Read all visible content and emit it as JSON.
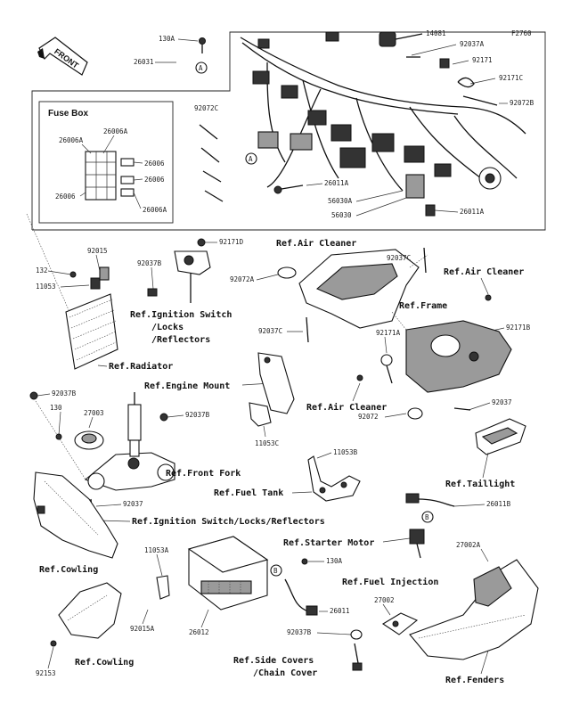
{
  "diagram_code": "F2760",
  "front_label": "FRONT",
  "fuse_box": {
    "title": "Fuse Box",
    "parts": [
      "26006A",
      "26006A",
      "26006",
      "26006",
      "26006",
      "26006A"
    ]
  },
  "callouts": {
    "a": "A",
    "b": "B"
  },
  "part_numbers": {
    "p130A_top": "130A",
    "p26031": "26031",
    "p14081": "14081",
    "p92037A_top": "92037A",
    "p92171": "92171",
    "p92171C": "92171C",
    "p92072B": "92072B",
    "p92072C": "92072C",
    "p26011A_mid": "26011A",
    "p56030A": "56030A",
    "p56030": "56030",
    "p26011A_right": "26011A",
    "p92015": "92015",
    "p132": "132",
    "p11053": "11053",
    "p92171D": "92171D",
    "p92037B_ign": "92037B",
    "p92072A": "92072A",
    "p92037C_top": "92037C",
    "p92037C_bot": "92037C",
    "p92171A": "92171A",
    "p92171B": "92171B",
    "p92037B_left": "92037B",
    "p130": "130",
    "p27003": "27003",
    "p92037B_mid": "92037B",
    "p11053C": "11053C",
    "p92072": "92072",
    "p92037_right": "92037",
    "p11053B": "11053B",
    "p92037_left": "92037",
    "p26011B": "26011B",
    "p11053A": "11053A",
    "p130A_mid": "130A",
    "p27002A": "27002A",
    "p26012": "26012",
    "p92015A": "92015A",
    "p26011": "26011",
    "p27002": "27002",
    "p92037B_bot": "92037B",
    "p92153": "92153"
  },
  "references": {
    "air_cleaner_top": "Ref.Air Cleaner",
    "air_cleaner_right": "Ref.Air Cleaner",
    "frame": "Ref.Frame",
    "ignition_switch_1": "Ref.Ignition Switch",
    "ignition_switch_2": "/Locks",
    "ignition_switch_3": "/Reflectors",
    "radiator": "Ref.Radiator",
    "engine_mount": "Ref.Engine Mount",
    "air_cleaner_mid": "Ref.Air Cleaner",
    "front_fork": "Ref.Front Fork",
    "fuel_tank": "Ref.Fuel Tank",
    "taillight": "Ref.Taillight",
    "ignition_switch_locks_reflectors": "Ref.Ignition Switch/Locks/Reflectors",
    "starter_motor": "Ref.Starter Motor",
    "cowling_upper": "Ref.Cowling",
    "fuel_injection": "Ref.Fuel Injection",
    "cowling_lower": "Ref.Cowling",
    "side_covers_1": "Ref.Side Covers",
    "side_covers_2": "/Chain Cover",
    "fenders": "Ref.Fenders"
  }
}
